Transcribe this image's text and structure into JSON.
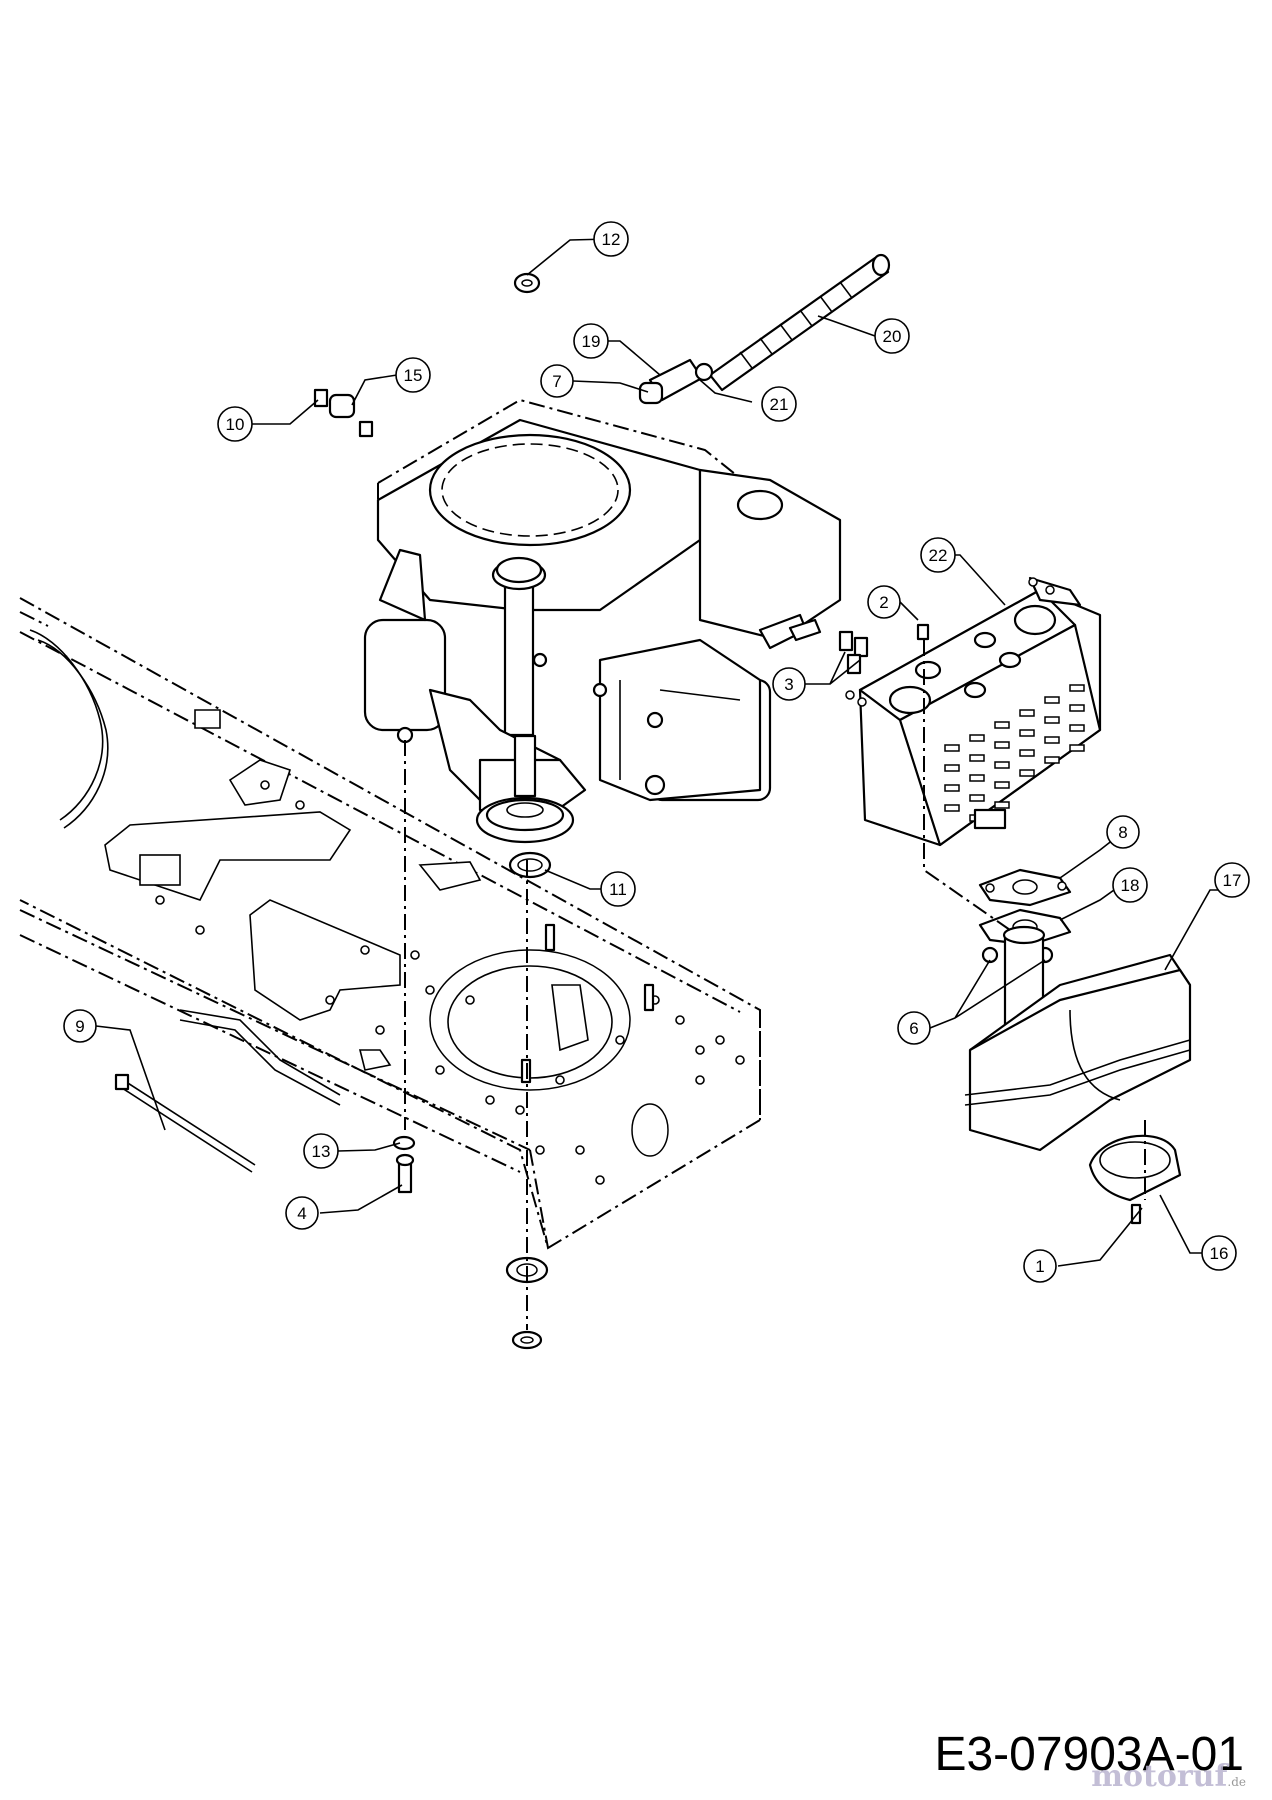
{
  "diagram": {
    "drawing_number": "E3-07903A-01",
    "watermark": "motoruf",
    "watermark_suffix": ".de",
    "callouts": [
      {
        "id": "c1",
        "label": "1"
      },
      {
        "id": "c2",
        "label": "2"
      },
      {
        "id": "c3",
        "label": "3"
      },
      {
        "id": "c4",
        "label": "4"
      },
      {
        "id": "c6",
        "label": "6"
      },
      {
        "id": "c7",
        "label": "7"
      },
      {
        "id": "c8",
        "label": "8"
      },
      {
        "id": "c9",
        "label": "9"
      },
      {
        "id": "c10",
        "label": "10"
      },
      {
        "id": "c11",
        "label": "11"
      },
      {
        "id": "c12",
        "label": "12"
      },
      {
        "id": "c13",
        "label": "13"
      },
      {
        "id": "c15",
        "label": "15"
      },
      {
        "id": "c16",
        "label": "16"
      },
      {
        "id": "c17",
        "label": "17"
      },
      {
        "id": "c18",
        "label": "18"
      },
      {
        "id": "c19",
        "label": "19"
      },
      {
        "id": "c20",
        "label": "20"
      },
      {
        "id": "c21",
        "label": "21"
      },
      {
        "id": "c22",
        "label": "22"
      }
    ]
  }
}
